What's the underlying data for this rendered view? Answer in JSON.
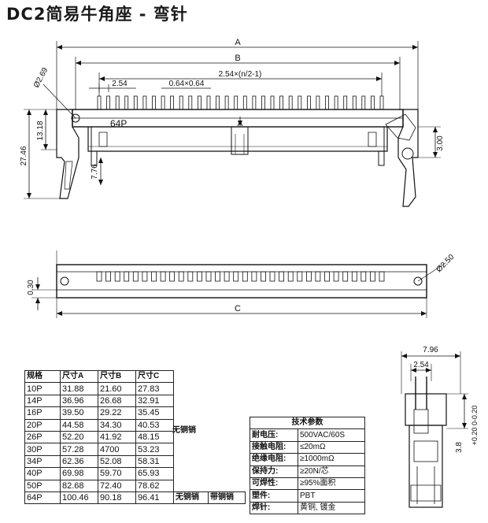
{
  "title": "DC2简易牛角座 - 弯针",
  "front_view": {
    "pin_label": "64P",
    "dims": {
      "a": "A",
      "b": "B",
      "pitch_formula": "2.54×(n/2-1)",
      "pitch": "2.54",
      "pin_size": "0.64×0.64",
      "hole": "Ø2.69",
      "h1": "13.18",
      "h2": "27.46",
      "h3": "7.76",
      "h4": "3.00",
      "center": "A"
    }
  },
  "top_view": {
    "dims": {
      "c": "C",
      "thickness": "0.30",
      "hole": "Ø2.50"
    }
  },
  "side_view": {
    "dims": {
      "width": "7.96",
      "pitch": "2.54",
      "tol": "+0.20 0-0.20",
      "len": "3.8"
    }
  },
  "size_table": {
    "headers": [
      "规格",
      "尺寸A",
      "尺寸B",
      "尺寸C"
    ],
    "rows": [
      [
        "10P",
        "31.88",
        "21.60",
        "27.83"
      ],
      [
        "14P",
        "36.96",
        "26.68",
        "32.91"
      ],
      [
        "16P",
        "39.50",
        "29.22",
        "35.45"
      ],
      [
        "20P",
        "44.58",
        "34.30",
        "40.53"
      ],
      [
        "26P",
        "52.20",
        "41.92",
        "48.15"
      ],
      [
        "30P",
        "57.28",
        "4700",
        "53.23"
      ],
      [
        "34P",
        "62.36",
        "52.08",
        "58.31"
      ],
      [
        "40P",
        "69.98",
        "59.70",
        "65.93"
      ],
      [
        "50P",
        "82.68",
        "72.40",
        "78.62"
      ],
      [
        "64P",
        "100.46",
        "90.18",
        "96.41"
      ]
    ],
    "note_no_copper": "无铜销",
    "note_with_copper": "带铜销"
  },
  "tech_params": {
    "title": "技术参数",
    "rows": [
      {
        "key": "耐电压:",
        "value": "500VAC/60S"
      },
      {
        "key": "接触电阻:",
        "value": "≤20mΩ"
      },
      {
        "key": "绝缘电阻:",
        "value": "≥1000mΩ"
      },
      {
        "key": "保持力:",
        "value": "≥20N/芯"
      },
      {
        "key": "可焊性:",
        "value": "≥95%面积"
      },
      {
        "key": "塑件:",
        "value": "PBT"
      },
      {
        "key": "焊针:",
        "value": "黄铜, 镀金"
      }
    ]
  }
}
